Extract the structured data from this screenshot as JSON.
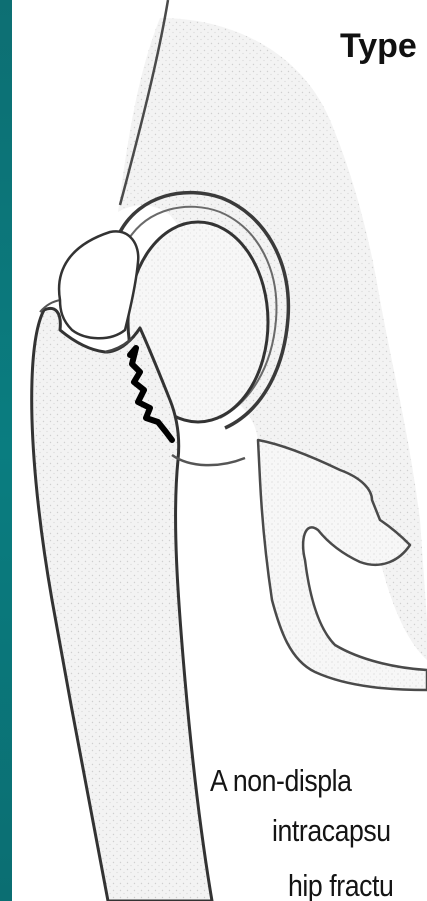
{
  "title": "Type",
  "caption_lines": [
    "A non-displa",
    "intracapsu",
    "hip fractu"
  ],
  "colors": {
    "strip": "#0a7d80",
    "outline": "#3a3a3a",
    "fracture": "#000000",
    "text": "#141414"
  }
}
